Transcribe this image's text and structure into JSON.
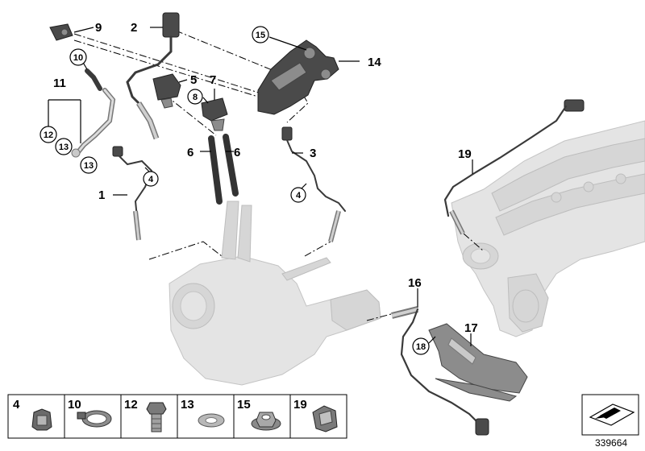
{
  "callouts": {
    "c1": "1",
    "c2": "2",
    "c3": "3",
    "c4a": "4",
    "c4b": "4",
    "c5": "5",
    "c6a": "6",
    "c6b": "6",
    "c7": "7",
    "c8": "8",
    "c9": "9",
    "c10": "10",
    "c11": "11",
    "c12": "12",
    "c13a": "13",
    "c13b": "13",
    "c14": "14",
    "c15": "15",
    "c16": "16",
    "c17": "17",
    "c18": "18",
    "c19": "19"
  },
  "legend": {
    "items": [
      {
        "number": "4",
        "icon": "clip-icon"
      },
      {
        "number": "10",
        "icon": "hose-clamp-icon"
      },
      {
        "number": "12",
        "icon": "hollow-bolt-icon"
      },
      {
        "number": "13",
        "icon": "seal-ring-icon"
      },
      {
        "number": "15",
        "icon": "hex-nut-icon"
      },
      {
        "number": "19",
        "icon": "cable-clip-icon"
      }
    ]
  },
  "reference_number": "339664",
  "colors": {
    "part": "#4a4a4a",
    "ghost": "#e4e4e4",
    "line": "#000000"
  }
}
